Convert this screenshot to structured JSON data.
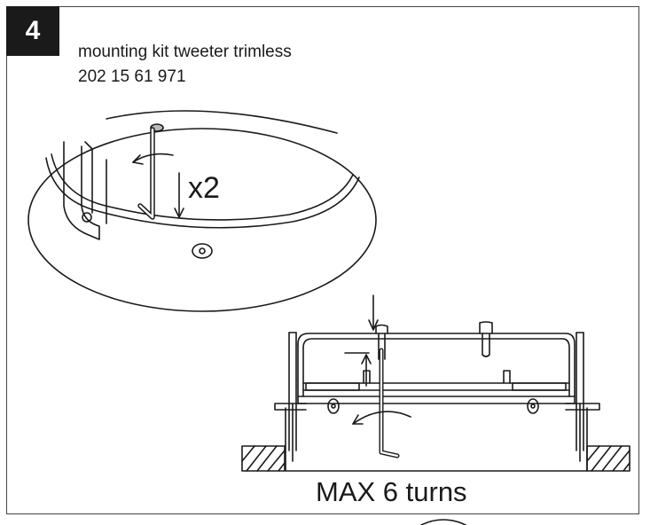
{
  "step": {
    "number": "4"
  },
  "kit": {
    "title": "mounting kit tweeter trimless",
    "part_number": "202 15 61 971"
  },
  "detail": {
    "count_label": "x2"
  },
  "installation": {
    "max_label": "MAX 6 turns"
  },
  "icons": [
    "hex-key-icon",
    "rotation-arrow-icon",
    "down-arrow-icon",
    "up-arrow-icon",
    "screw-head-icon"
  ]
}
